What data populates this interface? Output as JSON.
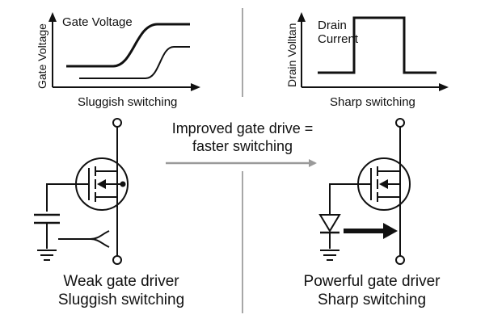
{
  "top_left_panel": {
    "y_axis_label": "Gate Voltage",
    "curve_label": "Gate Voltage",
    "caption": "Sluggish switching"
  },
  "top_right_panel": {
    "y_axis_label": "Drain Volltan",
    "curve_label_line1": "Drain",
    "curve_label_line2": "Current",
    "caption": "Sharp switching"
  },
  "center": {
    "heading_line1": "Improved gate drive =",
    "heading_line2": "faster switching"
  },
  "left_circuit": {
    "caption_line1": "Weak gate driver",
    "caption_line2": "Sluggish switching"
  },
  "right_circuit": {
    "caption_line1": "Powerful gate driver",
    "caption_line2": "Sharp switching"
  },
  "colors": {
    "ink": "#111111",
    "arrow_gray": "#9a9a9a",
    "divider": "#8a8a8a"
  }
}
